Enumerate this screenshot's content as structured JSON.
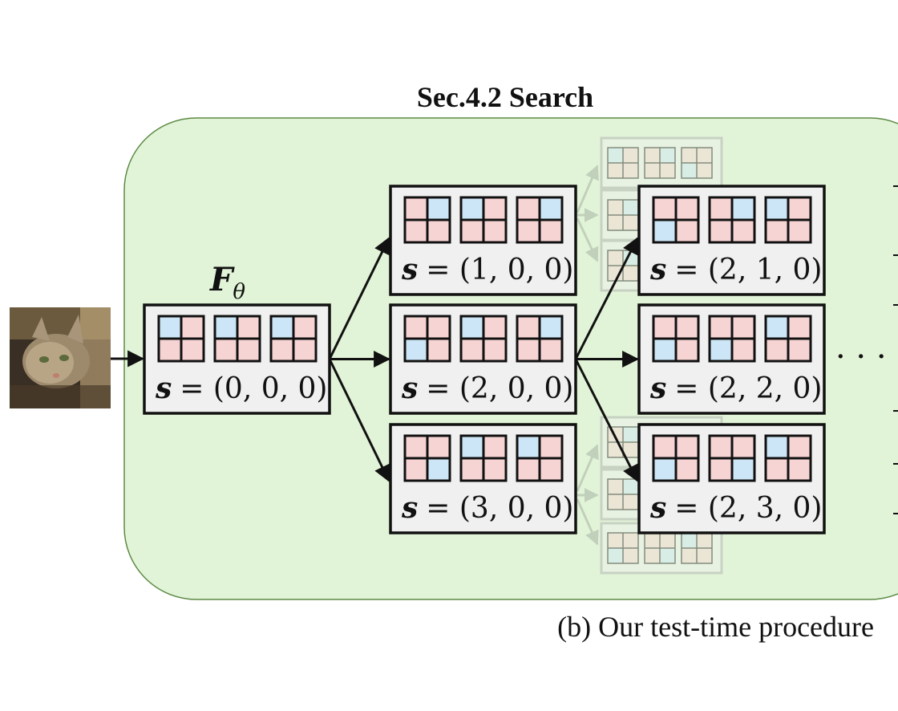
{
  "title": "Sec.4.2 Search",
  "caption": "(b) Our test-time procedure",
  "model_label": {
    "symbol": "F",
    "subscript": "θ"
  },
  "ellipsis": "· · ·",
  "colors": {
    "panel_fill": "#e2f4d8",
    "panel_stroke": "#5c8a44",
    "cell_pink": "#f7d4d4",
    "cell_blue": "#cde6f7",
    "node_fill": "#f0f0f0",
    "faded_arrow": "#9aa59a"
  },
  "nodes": [
    {
      "id": "root",
      "label_prefix": "s",
      "label_value": "= (0, 0, 0)",
      "blue_cells": [
        0,
        0,
        0
      ]
    },
    {
      "id": "n100",
      "label_prefix": "s",
      "label_value": "= (1, 0, 0)",
      "blue_cells": [
        1,
        0,
        1
      ]
    },
    {
      "id": "n200",
      "label_prefix": "s",
      "label_value": "= (2, 0, 0)",
      "blue_cells": [
        2,
        0,
        1
      ]
    },
    {
      "id": "n300",
      "label_prefix": "s",
      "label_value": "= (3, 0, 0)",
      "blue_cells": [
        3,
        0,
        0
      ]
    },
    {
      "id": "n210",
      "label_prefix": "s",
      "label_value": "= (2, 1, 0)",
      "blue_cells": [
        2,
        1,
        0
      ]
    },
    {
      "id": "n220",
      "label_prefix": "s",
      "label_value": "= (2, 2, 0)",
      "blue_cells": [
        2,
        2,
        0
      ]
    },
    {
      "id": "n230",
      "label_prefix": "s",
      "label_value": "= (2, 3, 0)",
      "blue_cells": [
        2,
        3,
        0
      ]
    }
  ],
  "edges": [
    {
      "from": "root",
      "to": "n100"
    },
    {
      "from": "root",
      "to": "n200"
    },
    {
      "from": "root",
      "to": "n300"
    },
    {
      "from": "n200",
      "to": "n210"
    },
    {
      "from": "n200",
      "to": "n220"
    },
    {
      "from": "n200",
      "to": "n230"
    }
  ]
}
